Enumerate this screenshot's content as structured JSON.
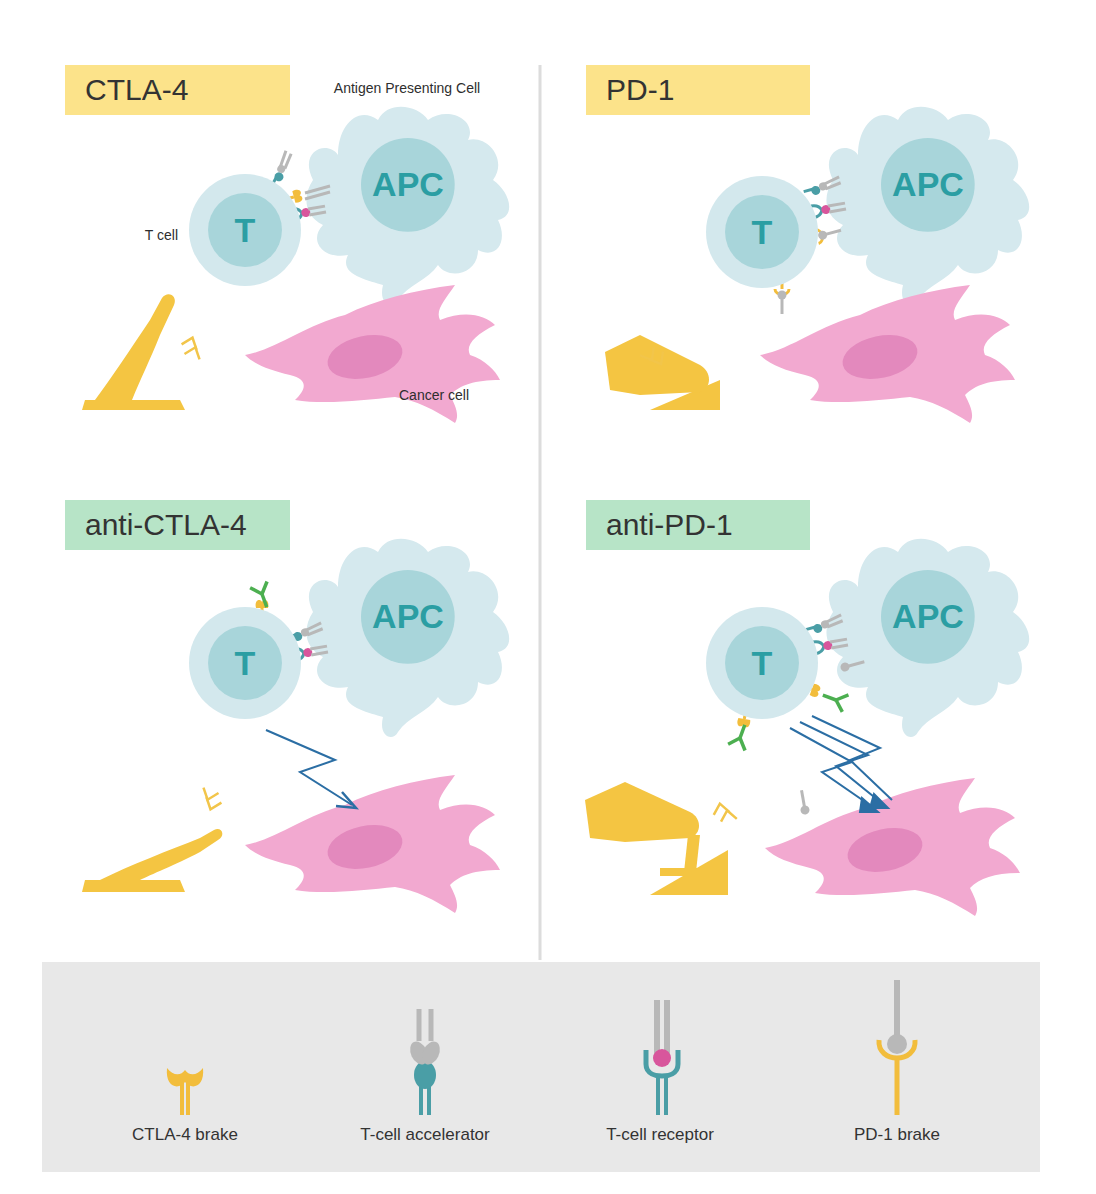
{
  "diagram": {
    "nodes": [
      {
        "text": [
          "CTLA-4"
        ]
      },
      {
        "text": [
          "APC"
        ]
      },
      {
        "text": [
          "T"
        ]
      },
      {
        "text": [
          "PD-1"
        ]
      },
      {
        "text": [
          "APC"
        ]
      },
      {
        "text": [
          "T"
        ]
      },
      {
        "text": [
          "anti-CTLA-4"
        ]
      },
      {
        "text": [
          "APC"
        ]
      },
      {
        "text": [
          "T"
        ]
      },
      {
        "text": [
          "anti-PD-1"
        ]
      },
      {
        "text": [
          "APC"
        ]
      },
      {
        "text": [
          "T"
        ]
      }
    ],
    "labels": [
      "Antigen Presenting Cell",
      "T cell",
      "Cancer cell"
    ],
    "legend": [
      {
        "text": "CTLA-4 brake"
      },
      {
        "text": "T-cell accelerator"
      },
      {
        "text": "T-cell receptor"
      },
      {
        "text": "PD-1 brake"
      }
    ]
  }
}
